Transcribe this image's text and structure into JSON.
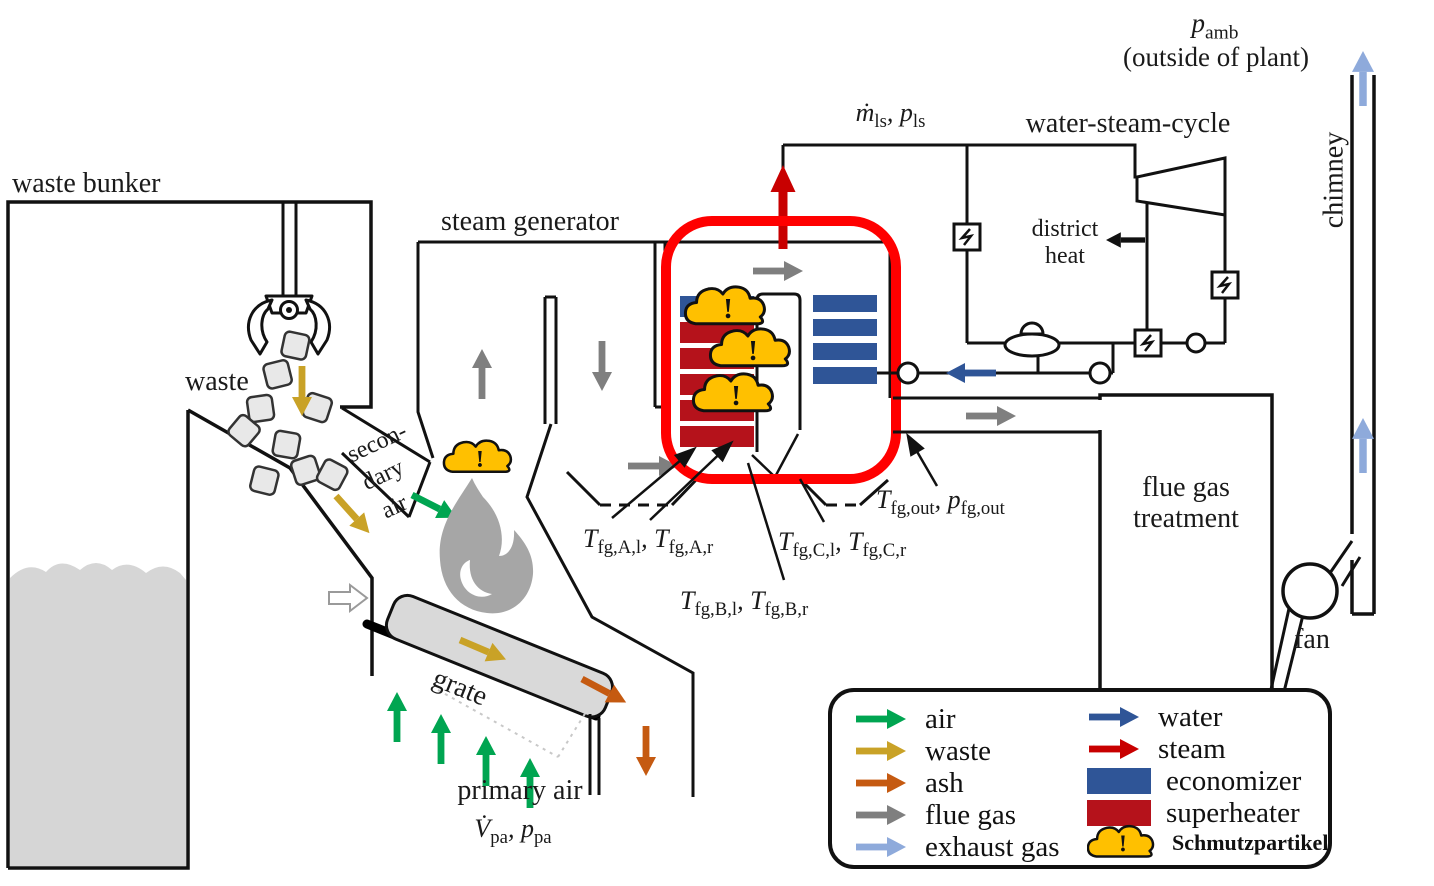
{
  "labels": {
    "waste_bunker": "waste bunker",
    "steam_generator": "steam generator",
    "water_steam_cycle": "water-steam-cycle",
    "outside_of_plant": "(outside of plant)",
    "chimney": "chimney",
    "district_heat": "district heat",
    "flue_gas_treatment": "flue gas treatment",
    "fan": "fan",
    "waste": "waste",
    "grate": "grate",
    "primary_air": "primary air",
    "secondary_air": {
      "l1": "secon-",
      "l2": "dary",
      "l3": "air"
    }
  },
  "math": {
    "p_amb": {
      "seg1": {
        "b": "p",
        "s": "amb"
      }
    },
    "m_ls": {
      "seg1": {
        "b": "ṁ",
        "s": "ls"
      },
      "seg2": {
        "b": ", p",
        "s": "ls"
      }
    },
    "v_pa": {
      "seg1": {
        "b": "V̇",
        "s": "pa"
      },
      "seg2": {
        "b": ", p",
        "s": "pa"
      }
    },
    "t_a": {
      "seg1": {
        "b": "T",
        "s": "fg,A,l"
      },
      "seg2": {
        "b": ", T",
        "s": "fg,A,r"
      }
    },
    "t_b": {
      "seg1": {
        "b": "T",
        "s": "fg,B,l"
      },
      "seg2": {
        "b": ", T",
        "s": "fg,B,r"
      }
    },
    "t_c": {
      "seg1": {
        "b": "T",
        "s": "fg,C,l"
      },
      "seg2": {
        "b": ", T",
        "s": "fg,C,r"
      }
    },
    "t_out": {
      "seg1": {
        "b": "T",
        "s": "fg,out"
      },
      "seg2": {
        "b": ", p",
        "s": "fg,out"
      }
    }
  },
  "legend": {
    "left": [
      {
        "label": "air"
      },
      {
        "label": "waste"
      },
      {
        "label": "ash"
      },
      {
        "label": "flue gas"
      },
      {
        "label": "exhaust gas"
      }
    ],
    "right": [
      {
        "label": "water"
      },
      {
        "label": "steam"
      },
      {
        "label": "economizer"
      },
      {
        "label": "superheater"
      },
      {
        "label": "Schmutzpartikel"
      }
    ]
  },
  "colors": {
    "air": "#00A551",
    "waste": "#C9A227",
    "ash": "#C55A11",
    "flue_gas": "#7F7F7F",
    "exhaust_gas": "#8EAADB",
    "water": "#2F5597",
    "steam": "#C80000",
    "economizer": "#2F5597",
    "superheater": "#B5121B",
    "highlight": "#FF0000",
    "dirt_cloud": "#FFC000"
  }
}
